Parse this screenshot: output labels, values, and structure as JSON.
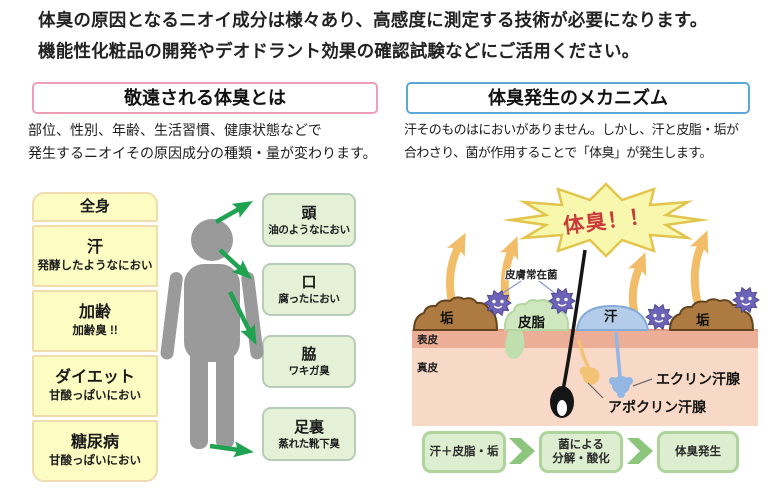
{
  "intro": {
    "line1": "体臭の原因となるニオイ成分は様々あり、高感度に測定する技術が必要になります。",
    "line2": "機能性化粧品の開発やデオドラント効果の確認試験などにご活用ください。"
  },
  "left_panel": {
    "header": "敬遠される体臭とは",
    "desc_line1": "部位、性別、年齢、生活習慣、健康状態などで",
    "desc_line2": "発生するニオイその原因成分の種類・量が変わります。",
    "body_boxes": [
      {
        "title": "全身",
        "subtitle": ""
      },
      {
        "title": "汗",
        "subtitle": "発酵したようなにおい"
      },
      {
        "title": "加齢",
        "subtitle": "加齢臭 !!"
      },
      {
        "title": "ダイエット",
        "subtitle": "甘酸っぱいにおい"
      },
      {
        "title": "糖尿病",
        "subtitle": "甘酸っぱいにおい"
      }
    ],
    "part_boxes": [
      {
        "title": "頭",
        "subtitle": "油のようなにおい"
      },
      {
        "title": "口",
        "subtitle": "腐ったにおい"
      },
      {
        "title": "脇",
        "subtitle": "ワキガ臭"
      },
      {
        "title": "足裏",
        "subtitle": "蒸れた靴下臭"
      }
    ]
  },
  "right_panel": {
    "header": "体臭発生のメカニズム",
    "desc_line1": "汗そのものはにおいがありません。しかし、汗と皮脂・垢が",
    "desc_line2": "合わさり、菌が作用することで「体臭」が発生します。",
    "burst_label": "体臭！！",
    "labels": {
      "bacteria": "皮膚常在菌",
      "dirt_left": "垢",
      "sebum": "皮脂",
      "sweat": "汗",
      "dirt_right": "垢",
      "epidermis": "表皮",
      "dermis": "真皮",
      "eccrine": "エクリン汗腺",
      "apocrine": "アポクリン汗腺"
    },
    "flow": [
      {
        "line1": "汗＋皮脂・垢",
        "line2": ""
      },
      {
        "line1": "菌による",
        "line2": "分解・酸化"
      },
      {
        "line1": "体臭発生",
        "line2": ""
      }
    ]
  },
  "colors": {
    "header_left_border": "#ec9fb5",
    "header_right_border": "#5ba7d7",
    "body_box_fill": "#fcfcc3",
    "body_box_border": "#f0dcae",
    "part_box_fill": "#e4f1d6",
    "part_box_border": "#b7cbb7",
    "arrow_green": "#1fa351",
    "figure_gray": "#9a9a9a",
    "burst_fill": "#f7f7ad",
    "burst_border": "#e3c44c",
    "burst_text": "#c93a3a",
    "orange_arrow": "#f2bd68",
    "epidermis_band": "#edae98",
    "dermis_band": "#f8d8c7",
    "dirt_brown": "#ad7b42",
    "sebum_green": "#cfe7bf",
    "sweat_blue": "#b3cce9",
    "germ_purple": "#6c63b6",
    "flow_box_fill": "#dcedd0",
    "flow_box_border": "#aed49b",
    "flow_chevron": "#8cc57c"
  }
}
